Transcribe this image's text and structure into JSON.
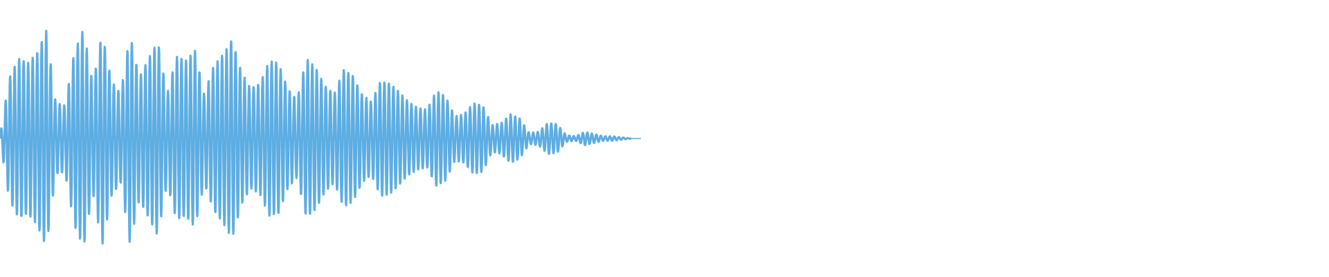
{
  "waveform": {
    "color": "#5DADE2",
    "envelope": [
      0.02,
      0.55,
      0.72,
      0.68,
      0.78,
      0.98,
      0.32,
      0.3,
      0.78,
      0.99,
      0.48,
      0.97,
      0.52,
      0.4,
      0.95,
      0.55,
      0.72,
      0.88,
      0.4,
      0.74,
      0.7,
      0.8,
      0.4,
      0.65,
      0.76,
      0.9,
      0.6,
      0.45,
      0.5,
      0.7,
      0.68,
      0.45,
      0.35,
      0.72,
      0.64,
      0.48,
      0.4,
      0.62,
      0.57,
      0.4,
      0.33,
      0.52,
      0.5,
      0.42,
      0.33,
      0.28,
      0.26,
      0.43,
      0.38,
      0.2,
      0.22,
      0.32,
      0.3,
      0.12,
      0.14,
      0.22,
      0.18,
      0.05,
      0.06,
      0.14,
      0.13,
      0.03,
      0.02,
      0.06,
      0.04,
      0.02,
      0.02,
      0.01,
      0.0
    ],
    "active_fraction": 0.475,
    "cycles": 140
  }
}
